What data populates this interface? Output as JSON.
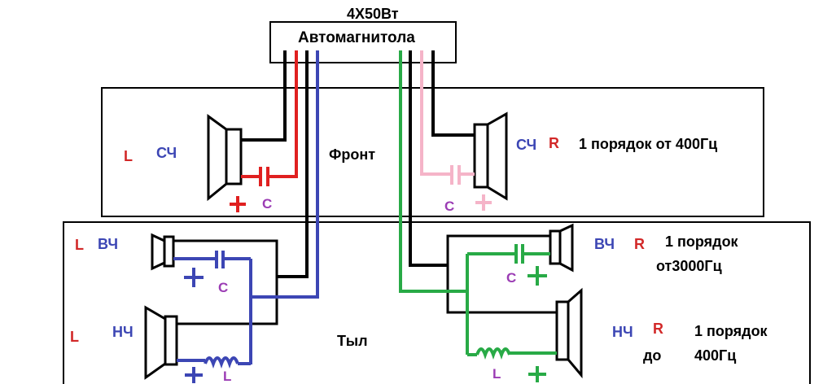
{
  "power_label": "4Х50Вт",
  "head_unit_label": "Автомагнитола",
  "front": {
    "zone_label": "Фронт",
    "left": {
      "side_label": "L",
      "speaker_label": "СЧ",
      "cap_label": "C",
      "plus": "+"
    },
    "right": {
      "side_label": "R",
      "speaker_label": "СЧ",
      "cap_label": "C",
      "plus": "+",
      "filter_note": "1 порядок от 400Гц"
    }
  },
  "rear": {
    "zone_label": "Тыл",
    "left_tweeter": {
      "side_label": "L",
      "speaker_label": "ВЧ",
      "cap_label": "C",
      "plus": "+"
    },
    "left_woofer": {
      "side_label": "L",
      "speaker_label": "НЧ",
      "coil_label": "L",
      "plus": "+"
    },
    "right_tweeter": {
      "side_label": "R",
      "speaker_label": "ВЧ",
      "cap_label": "C",
      "plus": "+",
      "filter_note_line1": "1 порядок",
      "filter_note_line2": "от3000Гц"
    },
    "right_woofer": {
      "side_label": "R",
      "speaker_label": "НЧ",
      "coil_label": "L",
      "plus": "+",
      "filter_note_line1": "1 порядок",
      "filter_note_line2a": "до",
      "filter_note_line2b": "400Гц"
    }
  },
  "colors": {
    "red": "#e02020",
    "blue": "#3c46b4",
    "green": "#28aa46",
    "pink": "#f5b4c8",
    "black": "#000000",
    "purple": "#9b3cb4",
    "text_blue": "#3c46b4",
    "text_red": "#d22828"
  }
}
